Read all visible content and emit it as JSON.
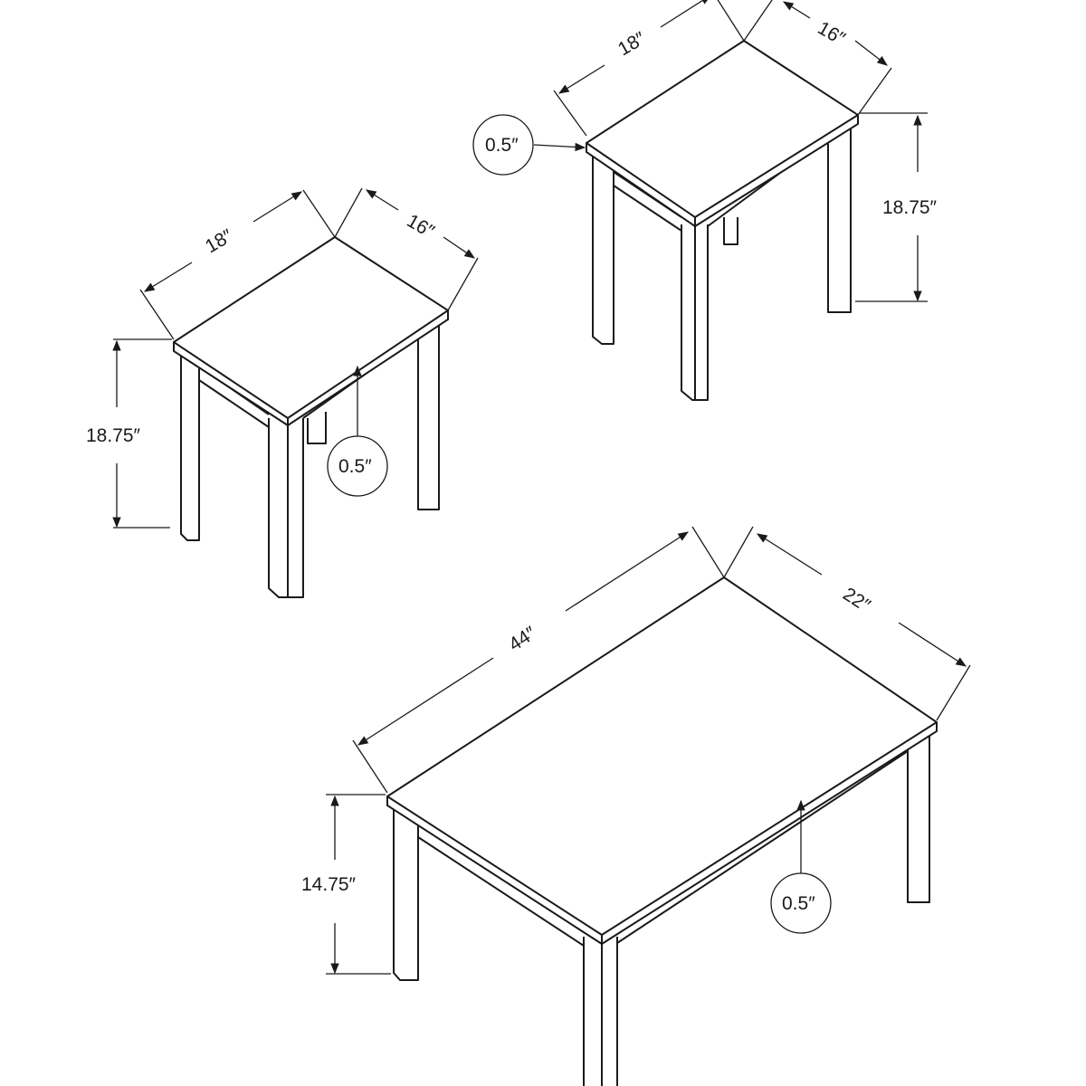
{
  "tables": {
    "end_table_right": {
      "length": "18″",
      "width": "16″",
      "thickness": "0.5″",
      "height": "18.75″"
    },
    "end_table_left": {
      "length": "18″",
      "width": "16″",
      "thickness": "0.5″",
      "height": "18.75″"
    },
    "coffee_table": {
      "length": "44″",
      "width": "22″",
      "thickness": "0.5″",
      "height": "14.75″"
    }
  },
  "colors": {
    "line": "#1a1a1a",
    "background": "#ffffff"
  }
}
